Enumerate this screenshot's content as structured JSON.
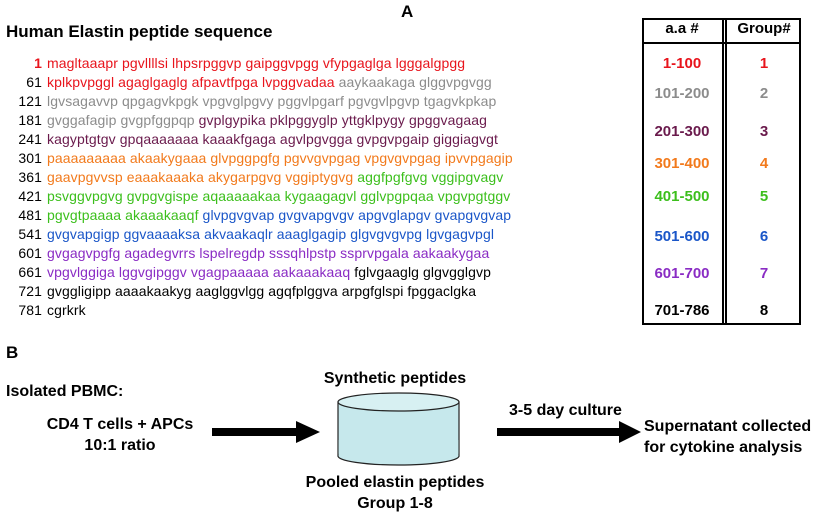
{
  "panel_a": {
    "label": "A",
    "title": "Human Elastin peptide sequence",
    "colors": {
      "group1": "#e8141c",
      "group2": "#8c8c8c",
      "group3": "#6a1a4c",
      "group4": "#f27a1c",
      "group5": "#3cbf1c",
      "group6": "#1a56c8",
      "group7": "#8a2cc4",
      "group8": "#000000"
    },
    "lines": [
      {
        "num": "1",
        "segments": [
          {
            "text": "magltaaapr pgvllllsi lhpsrpggvp gaipggvpgg vfypgaglga lgggalgpgg",
            "group": 1
          }
        ]
      },
      {
        "num": "61",
        "segments": [
          {
            "text": "kplkpvpggl agaglgaglg afpavtfpga lvpggvadaa",
            "group": 1
          },
          {
            "text": " aaykaakaga glggvpgvgg",
            "group": 2
          }
        ]
      },
      {
        "num": "121",
        "segments": [
          {
            "text": "lgvsagavvp qpgagvkpgk vpgvglpgvy pggvlpgarf pgvgvlpgvp tgagvkpkap",
            "group": 2
          }
        ]
      },
      {
        "num": "181",
        "segments": [
          {
            "text": "gvggafagip gvgpfggpqp",
            "group": 2
          },
          {
            "text": " gvplgypika pklpggyglp yttgklpygy gpggvagaag",
            "group": 3
          }
        ]
      },
      {
        "num": "241",
        "segments": [
          {
            "text": "kagyptgtgv gpqaaaaaaa kaaakfgaga agvlpgvgga gvpgvpgaip giggiagvgt",
            "group": 3
          }
        ]
      },
      {
        "num": "301",
        "segments": [
          {
            "text": "paaaaaaaaa akaakygaaa glvpggpgfg pgvvgvpgag vpgvgvpgag ipvvpgagip",
            "group": 4
          }
        ]
      },
      {
        "num": "361",
        "segments": [
          {
            "text": "gaavpgvvsp eaaakaaaka akygarpgvg vggiptygvg",
            "group": 4
          },
          {
            "text": " aggfpgfgvg vggipgvagv",
            "group": 5
          }
        ]
      },
      {
        "num": "421",
        "segments": [
          {
            "text": "psvggvpgvg gvpgvgispe aqaaaaakaa kygaagagvl gglvpgpqaa vpgvpgtggv",
            "group": 5
          }
        ]
      },
      {
        "num": "481",
        "segments": [
          {
            "text": "pgvgtpaaaa akaaakaaqf",
            "group": 5
          },
          {
            "text": " glvpgvgvap gvgvapgvgv apgvglapgv gvapgvgvap",
            "group": 6
          }
        ]
      },
      {
        "num": "541",
        "segments": [
          {
            "text": "gvgvapgigp ggvaaaaksa akvaakaqlr aaaglgagip glgvgvgvpg lgvgagvpgl",
            "group": 6
          }
        ]
      },
      {
        "num": "601",
        "segments": [
          {
            "text": "gvgagvpgfg agadegvrrs lspelregdp sssqhlpstp ssprvpgala aakaakygaa",
            "group": 7
          }
        ]
      },
      {
        "num": "661",
        "segments": [
          {
            "text": "vpgvlggiga lggvgipggv vgagpaaaaa aakaaakaaq",
            "group": 7
          },
          {
            "text": " fglvgaaglg glgvgglgvp",
            "group": 8
          }
        ]
      },
      {
        "num": "721",
        "segments": [
          {
            "text": "gvggligipp aaaakaakyg aaglggvlgg agqfplggva arpgfglspi fpggaclgka",
            "group": 8
          }
        ]
      },
      {
        "num": "781",
        "segments": [
          {
            "text": "cgrkrk",
            "group": 8
          }
        ]
      }
    ],
    "table": {
      "header_aa": "a.a #",
      "header_group": "Group#",
      "rows": [
        {
          "range": "1-100",
          "group": "1",
          "color_group": 1
        },
        {
          "range": "101-200",
          "group": "2",
          "color_group": 2
        },
        {
          "range": "201-300",
          "group": "3",
          "color_group": 3
        },
        {
          "range": "301-400",
          "group": "4",
          "color_group": 4
        },
        {
          "range": "401-500",
          "group": "5",
          "color_group": 5
        },
        {
          "range": "501-600",
          "group": "6",
          "color_group": 6
        },
        {
          "range": "601-700",
          "group": "7",
          "color_group": 7
        },
        {
          "range": "701-786",
          "group": "8",
          "color_group": 8
        }
      ]
    }
  },
  "panel_b": {
    "label": "B",
    "isolated": "Isolated PBMC:",
    "cells_line1": "CD4 T cells + APCs",
    "cells_line2": "10:1 ratio",
    "synthetic": "Synthetic peptides",
    "pooled_line1": "Pooled elastin peptides",
    "pooled_line2": "Group 1-8",
    "culture": "3-5 day culture",
    "result_line1": "Supernatant collected",
    "result_line2": "for cytokine analysis",
    "dish_color": "#c6e8ec"
  }
}
